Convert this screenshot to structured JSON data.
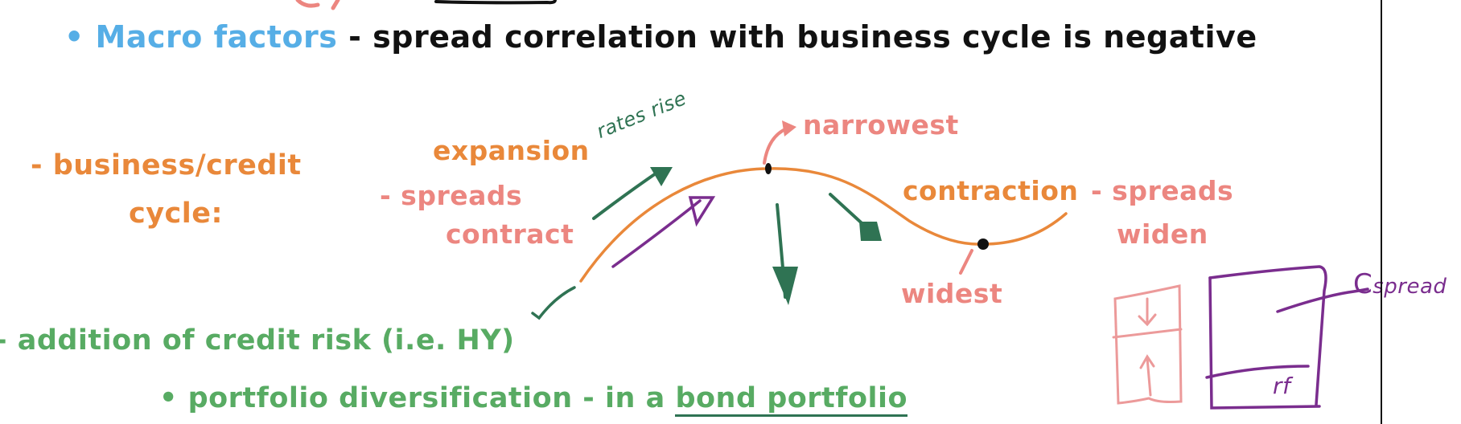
{
  "header_line": {
    "bullet": "•",
    "highlight": "Macro factors",
    "rest": "- spread correlation with business cycle is negative"
  },
  "left_label": {
    "line1": "- business/credit",
    "line2": "cycle:"
  },
  "diagram": {
    "expansion_label": "expansion",
    "rates_note": "rates rise",
    "spreads_contract_line1": "- spreads",
    "spreads_contract_line2": "contract",
    "narrowest_label": "narrowest",
    "contraction_label": "contraction",
    "spreads_widen_line1": "- spreads",
    "spreads_widen_line2": "widen",
    "widest_label": "widest",
    "box_note_c": "C",
    "box_note_spread": "spread",
    "box_note_rf": "rf"
  },
  "bottom": {
    "line1": "- addition of credit risk  (i.e. HY)",
    "line2_bullet": "•",
    "line2_main": "portfolio diversification - in a ",
    "line2_underlined": "bond portfolio"
  },
  "colors": {
    "blue": "#56aee6",
    "orange": "#e9883a",
    "pink": "#ec8680",
    "green": "#58ab63",
    "dark_green": "#2f7353",
    "purple": "#7a2d8e"
  }
}
